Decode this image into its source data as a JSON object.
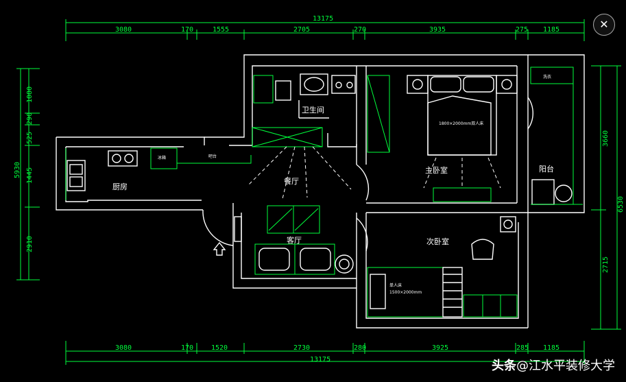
{
  "dimensions": {
    "top_total": "13175",
    "top_segments": [
      "3080",
      "170",
      "1555",
      "2705",
      "270",
      "3935",
      "275",
      "1185"
    ],
    "bottom_total": "13175",
    "bottom_segments": [
      "3080",
      "170",
      "1520",
      "2730",
      "280",
      "3925",
      "285",
      "1185"
    ],
    "left_total": "5930",
    "left_segments": [
      "1080",
      "290",
      "525",
      "1445",
      "2910"
    ],
    "right_total": "6530",
    "right_segments": [
      "3660",
      "2715"
    ]
  },
  "rooms": {
    "bathroom": "卫生间",
    "master_bedroom": "主卧室",
    "second_bedroom": "次卧室",
    "balcony": "阳台",
    "kitchen": "厨房",
    "dining": "餐厅",
    "living": "客厅"
  },
  "fixtures": {
    "double_bed": "1800×2000mm双人床",
    "single_bed_title": "单人床",
    "single_bed_size": "1500×2000mm",
    "fridge": "冰箱",
    "counter": "吧台",
    "washer": "洗衣"
  },
  "ui": {
    "close_label": "✕",
    "watermark_brand": "头条",
    "watermark_handle": "@江水平装修大学"
  }
}
